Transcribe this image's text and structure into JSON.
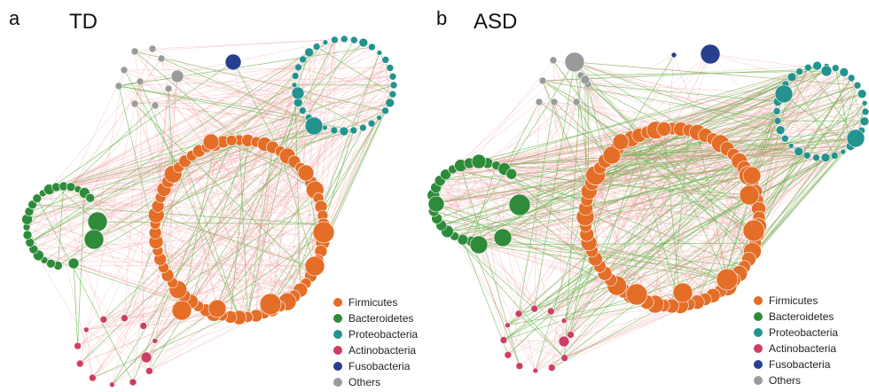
{
  "panels": [
    {
      "letter": "a",
      "title": "TD"
    },
    {
      "letter": "b",
      "title": "ASD"
    }
  ],
  "legend": [
    {
      "label": "Firmicutes",
      "color": "#e46d27"
    },
    {
      "label": "Bacteroidetes",
      "color": "#2e8b3a"
    },
    {
      "label": "Proteobacteria",
      "color": "#23938f"
    },
    {
      "label": "Actinobacteria",
      "color": "#cc3f63"
    },
    {
      "label": "Fusobacteria",
      "color": "#273f8f"
    },
    {
      "label": "Others",
      "color": "#9a9a9a"
    }
  ],
  "edge_colors": {
    "positive": "#ef9a9a",
    "negative": "#62b649"
  }
}
